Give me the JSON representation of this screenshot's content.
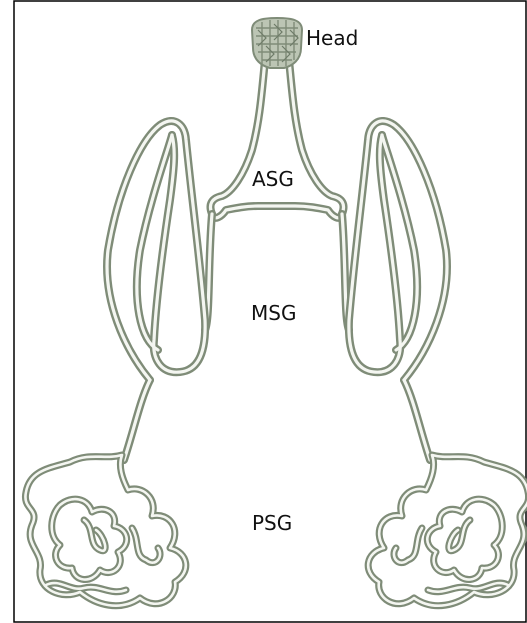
{
  "labels": {
    "head": "Head",
    "asg": "ASG",
    "msg": "MSG",
    "psg": "PSG"
  },
  "colors": {
    "gland_stroke": "#7f8c78",
    "gland_lumen": "#f4f6f1",
    "frame_border": "#000000",
    "text": "#111111"
  }
}
